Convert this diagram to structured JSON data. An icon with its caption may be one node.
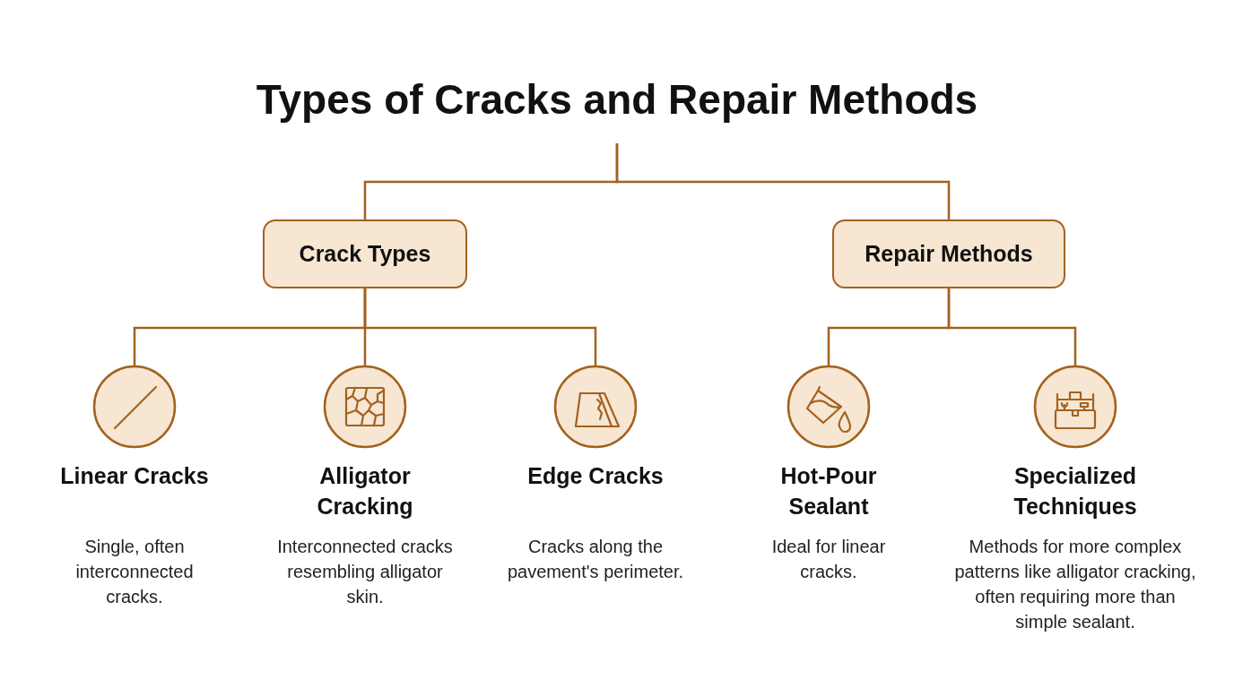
{
  "diagram": {
    "nodes": [
      {
        "text": [
          "Types of Cracks and Repair Methods"
        ]
      },
      {
        "text": [
          "Crack Types"
        ]
      },
      {
        "text": [
          "Repair Methods"
        ]
      },
      {
        "text": [
          "Linear Cracks",
          "Single, often interconnected cracks."
        ]
      },
      {
        "text": [
          "Alligator Cracking",
          "Interconnected cracks resembling alligator skin."
        ]
      },
      {
        "text": [
          "Edge Cracks",
          "Cracks along the pavement's perimeter."
        ]
      },
      {
        "text": [
          "Hot-Pour Sealant",
          "Ideal for linear cracks."
        ]
      },
      {
        "text": [
          "Specialized Techniques",
          "Methods for more complex patterns like alligator cracking, often requiring more than simple sealant."
        ]
      }
    ],
    "edges": [
      {
        "from": 0,
        "to": 1,
        "arrow": "none"
      },
      {
        "from": 0,
        "to": 2,
        "arrow": "none"
      },
      {
        "from": 1,
        "to": 3,
        "arrow": "none"
      },
      {
        "from": 1,
        "to": 4,
        "arrow": "none"
      },
      {
        "from": 1,
        "to": 5,
        "arrow": "none"
      },
      {
        "from": 2,
        "to": 6,
        "arrow": "none"
      },
      {
        "from": 2,
        "to": 7,
        "arrow": "none"
      }
    ]
  }
}
